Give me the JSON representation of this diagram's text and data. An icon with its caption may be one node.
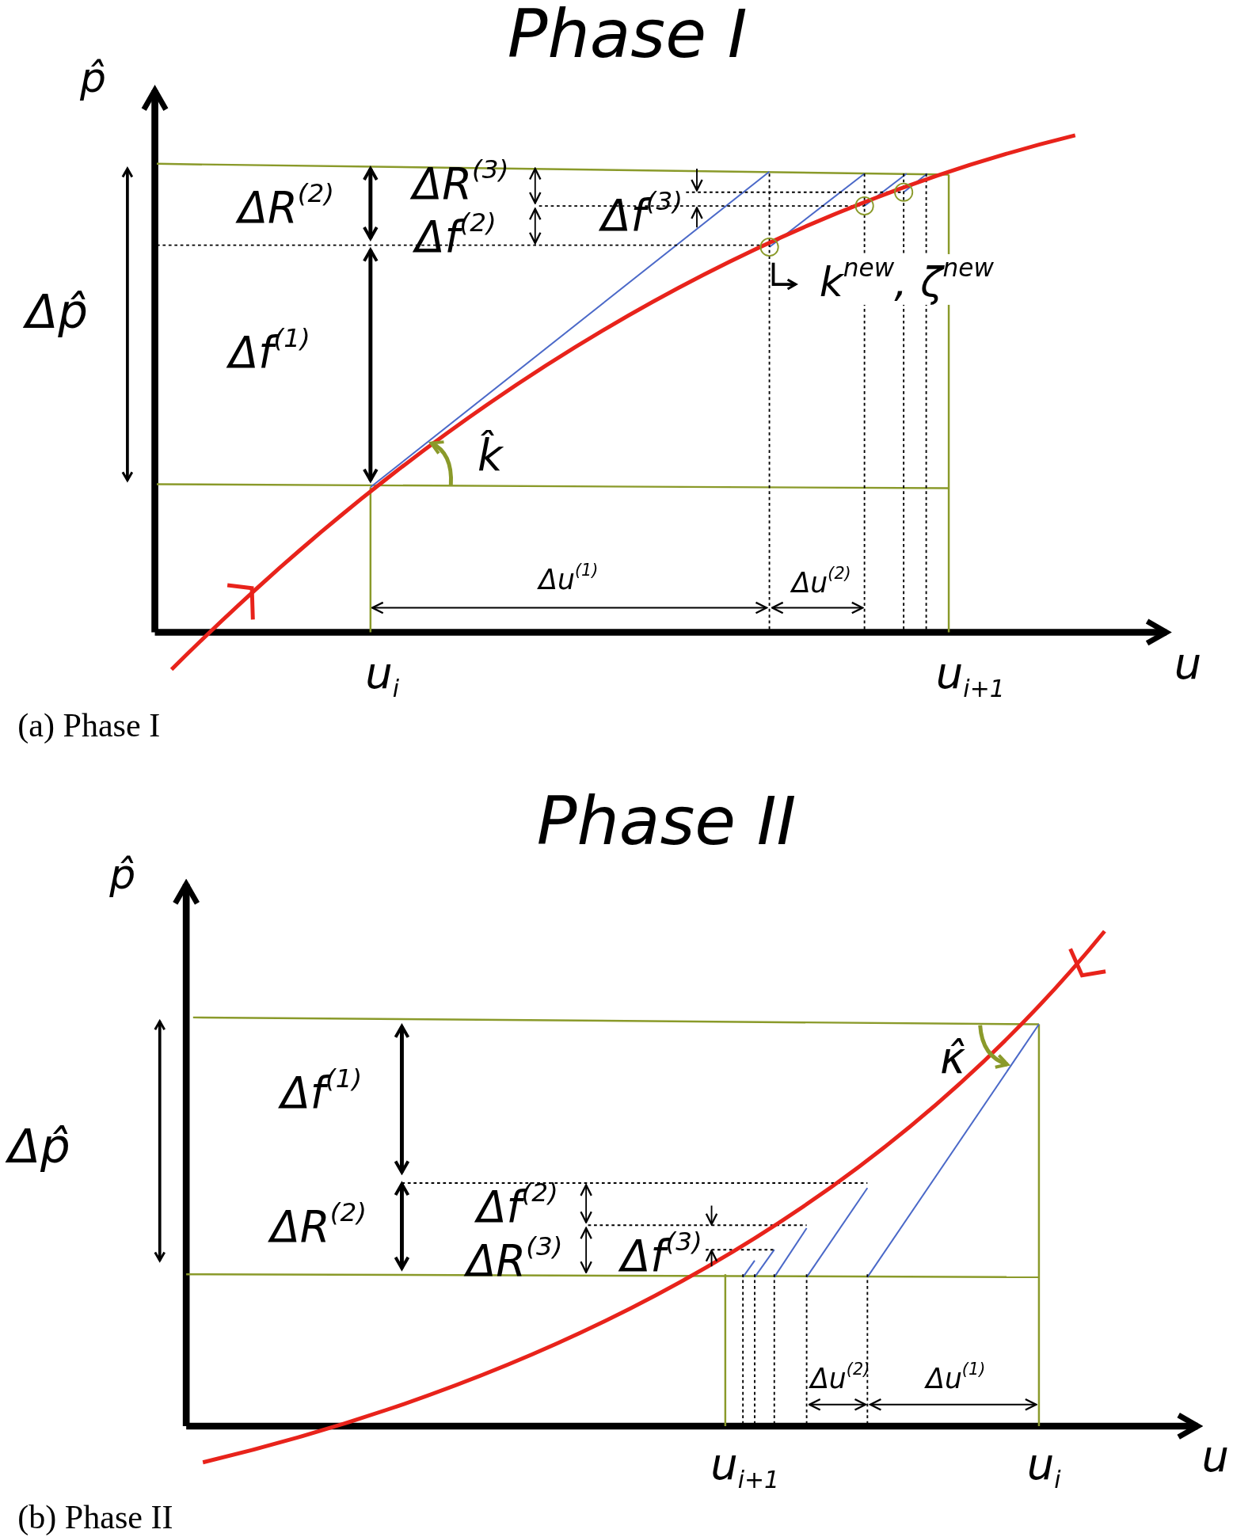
{
  "diagram": {
    "labels": [
      "Phase I",
      "p̂",
      "ΔR$^{(2)}$",
      "ΔR$^{(3)}$",
      "Δf$^{(3)}$",
      "Δf$^{(2)}$",
      "Δp̂",
      "k$^{new}$, ζ$^{new}$",
      "Δf$^{(1)}$",
      "k̂",
      "Δu$^{(1)}$",
      "Δu$^{(2)}$",
      "u$_{i}$",
      "u$_{i+1}$",
      "u",
      "(a) Phase I",
      "Phase II",
      "p̂",
      "Δf$^{(1)}$",
      "κ̂",
      "Δp̂",
      "ΔR$^{(2)}$",
      "Δf$^{(2)}$",
      "ΔR$^{(3)}$",
      "Δf$^{(3)}$",
      "Δu$^{(2)}$",
      "Δu$^{(1)}$",
      "u$_{i+1}$",
      "u$_{i}$",
      "u",
      "(b) Phase II"
    ]
  }
}
